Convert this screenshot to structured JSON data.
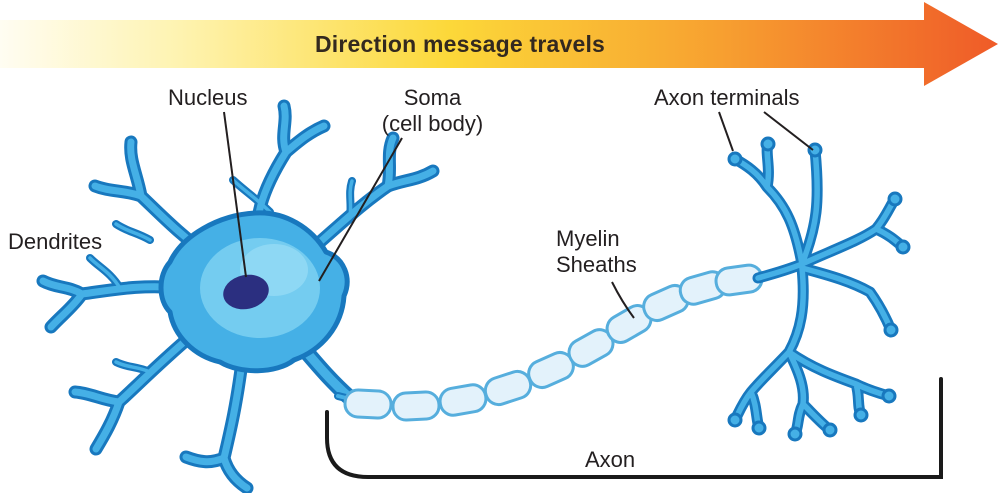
{
  "arrow": {
    "label": "Direction message travels"
  },
  "labels": {
    "nucleus": "Nucleus",
    "soma": "Soma",
    "soma_sub": "(cell body)",
    "axon_terminals": "Axon terminals",
    "dendrites": "Dendrites",
    "myelin_1": "Myelin",
    "myelin_2": "Sheaths",
    "axon": "Axon"
  },
  "colors": {
    "arrow_gradient_start": "#fffdf2",
    "arrow_gradient_yellow": "#fcd839",
    "arrow_gradient_orange": "#f7a030",
    "arrow_gradient_end": "#ef5a28",
    "neuron_outline": "#1878be",
    "neuron_fill": "#45b0e6",
    "soma_inner": "#74ccf0",
    "soma_highlight": "#93d9f4",
    "nucleus": "#2b2f80",
    "myelin_fill": "#e3f2fb",
    "myelin_stroke": "#56aedd",
    "label_text": "#231f20",
    "bracket": "#1a1a1a"
  }
}
